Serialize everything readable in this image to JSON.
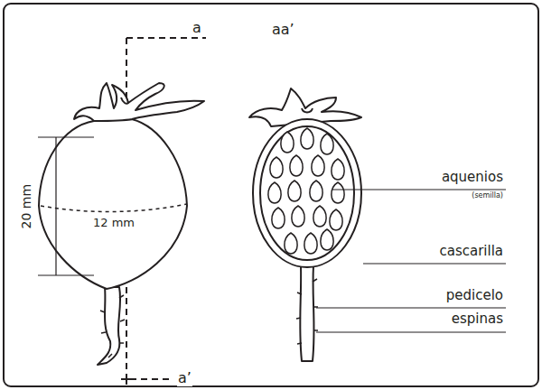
{
  "diagram": {
    "labels": [
      "a",
      "aa’",
      "20 mm",
      "12 mm",
      "aquenios",
      "(semilla)",
      "cascarilla",
      "pedicelo",
      "espinas",
      "a’"
    ]
  }
}
